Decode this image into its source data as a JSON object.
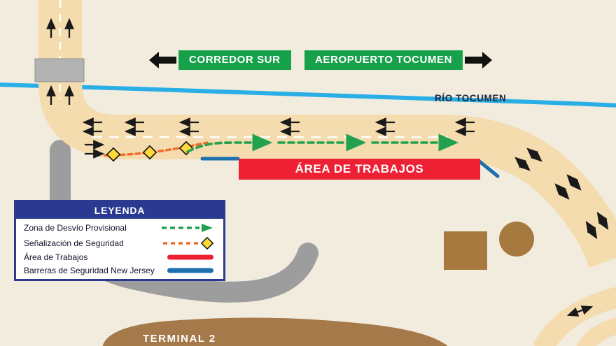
{
  "colors": {
    "background": "#f2ecdf",
    "road": "#f4dcae",
    "road-gray": "#9d9d9d",
    "bridge-gray": "#b3b3b3",
    "river": "#2aaee6",
    "green": "#17a14b",
    "detour-green": "#22a14e",
    "red": "#ee2033",
    "navy": "#2b3990",
    "orange": "#f26b26",
    "diamond-yellow": "#ffd83a",
    "barrier-blue": "#1e6fad",
    "brown": "#a6793e",
    "terminal-brown": "#a5794a",
    "arrow-black": "#1a1a1a"
  },
  "signs": {
    "west": "CORREDOR SUR",
    "east": "AEROPUERTO TOCUMEN"
  },
  "labels": {
    "river": "RÍO TOCUMEN",
    "work_area": "ÁREA DE TRABAJOS",
    "terminal": "TERMINAL 2"
  },
  "legend": {
    "title": "LEYENDA",
    "items": [
      {
        "label": "Zona de Desvío Provisional",
        "symbol": "green-dashed-arrow"
      },
      {
        "label": "Señalización de Seguridad",
        "symbol": "orange-dashed-line-yellow-diamond"
      },
      {
        "label": "Área de Trabajos",
        "symbol": "red-bar"
      },
      {
        "label": "Barreras de Seguridad New Jersey",
        "symbol": "blue-bar"
      }
    ]
  }
}
